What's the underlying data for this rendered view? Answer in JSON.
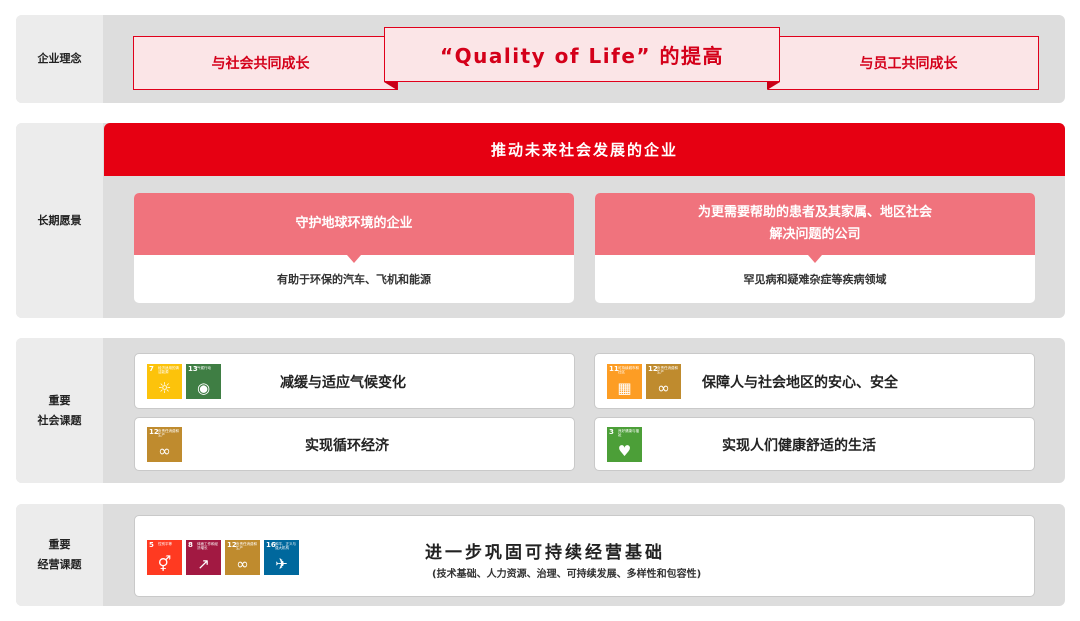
{
  "philosophy": {
    "label": "企业理念",
    "left": "与社会共同成长",
    "center": "“Quality of Life” 的提高",
    "right": "与员工共同成长"
  },
  "vision": {
    "label": "长期愿景",
    "banner": "推动未来社会发展的企业",
    "cards": [
      {
        "title_lines": [
          "守护地球环境的企业"
        ],
        "body": "有助于环保的汽车、飞机和能源"
      },
      {
        "title_lines": [
          "为更需要帮助的患者及其家属、地区社会",
          "解决问题的公司"
        ],
        "body": "罕见病和疑难杂症等疾病领域"
      }
    ]
  },
  "social": {
    "label_lines": [
      "重要",
      "社会课题"
    ],
    "items": [
      {
        "label": "减缓与适应气候变化",
        "sdgs": [
          {
            "num": "7",
            "caption": "经济适用的清洁能源",
            "color": "#fcc30b",
            "icon": "sun-icon"
          },
          {
            "num": "13",
            "caption": "气候行动",
            "color": "#3f7e44",
            "icon": "eye-globe-icon"
          }
        ]
      },
      {
        "label": "保障人与社会地区的安心、安全",
        "sdgs": [
          {
            "num": "11",
            "caption": "可持续城市和社区",
            "color": "#fd9d24",
            "icon": "city-icon"
          },
          {
            "num": "12",
            "caption": "负责任消费和生产",
            "color": "#bf8b2e",
            "icon": "infinity-icon"
          }
        ]
      },
      {
        "label": "实现循环经济",
        "sdgs": [
          {
            "num": "12",
            "caption": "负责任消费和生产",
            "color": "#bf8b2e",
            "icon": "infinity-icon"
          }
        ]
      },
      {
        "label": "实现人们健康舒适的生活",
        "sdgs": [
          {
            "num": "3",
            "caption": "良好健康与福祉",
            "color": "#4c9f38",
            "icon": "heartbeat-icon"
          }
        ]
      }
    ]
  },
  "management": {
    "label_lines": [
      "重要",
      "经营课题"
    ],
    "title": "进一步巩固可持续经营基础",
    "subtitle": "(技术基础、人力资源、治理、可持续发展、多样性和包容性)",
    "sdgs": [
      {
        "num": "5",
        "caption": "性别平等",
        "color": "#ff3a21",
        "icon": "gender-icon"
      },
      {
        "num": "8",
        "caption": "体面工作和经济增长",
        "color": "#a21942",
        "icon": "growth-icon"
      },
      {
        "num": "12",
        "caption": "负责任消费和生产",
        "color": "#bf8b2e",
        "icon": "infinity-icon"
      },
      {
        "num": "16",
        "caption": "和平、正义与强大机构",
        "color": "#00689d",
        "icon": "dove-icon"
      }
    ]
  }
}
